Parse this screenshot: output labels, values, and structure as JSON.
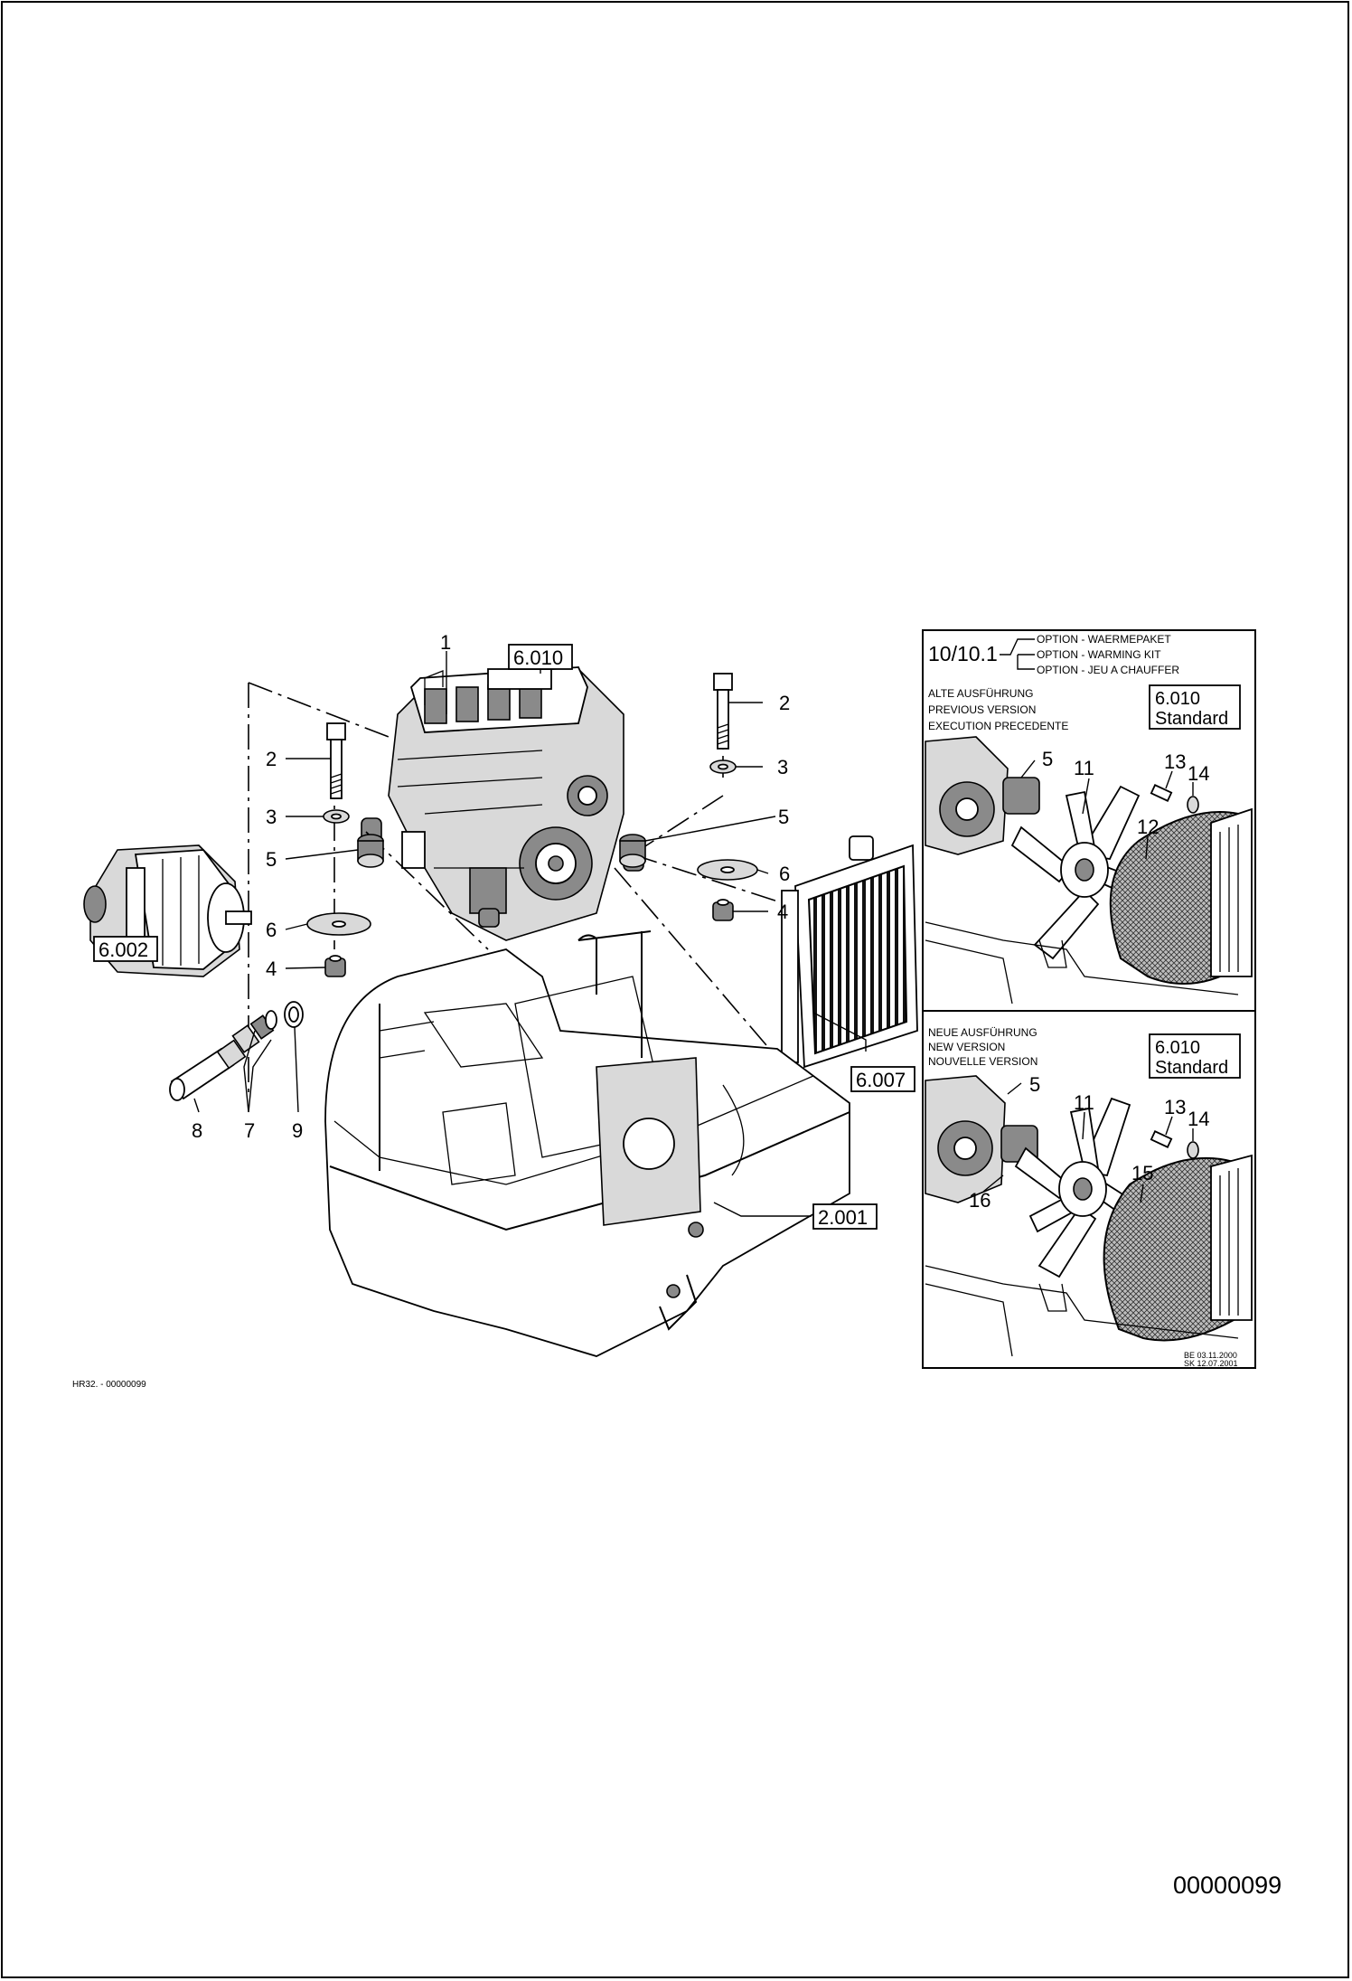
{
  "diagram": {
    "footer_code": "HR32. - 00000099",
    "sheet_number": "00000099",
    "callouts": {
      "engine": "1",
      "bolt_left": "2",
      "bolt_right": "2",
      "washer_left": "3",
      "washer_right": "3",
      "nut_left": "4",
      "nut_right": "4",
      "mount_left": "5",
      "mount_right": "5",
      "plate_left": "6",
      "plate_right": "6",
      "fittings": "7",
      "hose": "8",
      "seal_ring": "9"
    },
    "refs": {
      "engine": "6.010",
      "pump": "6.002",
      "radiator": "6.007",
      "frame": "2.001"
    },
    "inset": {
      "option_ref": "10/10.1",
      "options": [
        "OPTION - WAERMEPAKET",
        "OPTION - WARMING KIT",
        "OPTION - JEU A CHAUFFER"
      ],
      "old_version": {
        "lines": [
          "ALTE AUSFÜHRUNG",
          "PREVIOUS VERSION",
          "EXECUTION PRECEDENTE"
        ],
        "ref_number": "6.010",
        "ref_label": "Standard",
        "callouts": {
          "mount": "5",
          "fan": "11",
          "shroud": "12",
          "screw": "13",
          "washer": "14"
        }
      },
      "new_version": {
        "lines": [
          "NEUE AUSFÜHRUNG",
          "NEW VERSION",
          "NOUVELLE VERSION"
        ],
        "ref_number": "6.010",
        "ref_label": "Standard",
        "callouts": {
          "mount": "5",
          "fan": "11",
          "screw": "13",
          "washer": "14",
          "shroud": "15",
          "spacer": "16"
        }
      },
      "stamp_lines": [
        "BE 03.11.2000",
        "SK 12.07.2001"
      ]
    }
  }
}
